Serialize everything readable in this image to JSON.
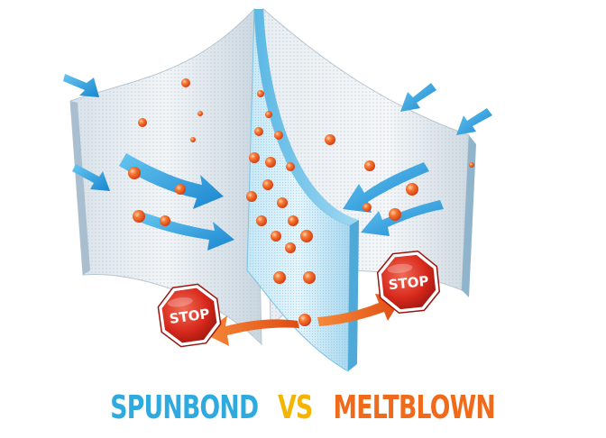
{
  "caption": {
    "left_word": "SPUNBOND",
    "middle_word": "VS",
    "right_word": "MELTBLOWN"
  },
  "stop_signs": {
    "left_label": "STOP",
    "right_label": "STOP"
  },
  "colors": {
    "spunbond_text": "#2eaadf",
    "vs_text": "#f4b400",
    "meltblown_text": "#f06a1b",
    "arrow_blue": "#1f9de0",
    "particle_orange": "#f2561d",
    "stop_red": "#d8291c",
    "fabric": "#e9eef3"
  },
  "icons": [
    "blue-flow-arrow-icon",
    "stop-sign-icon",
    "orange-deflect-arrow-icon",
    "particle-icon"
  ]
}
